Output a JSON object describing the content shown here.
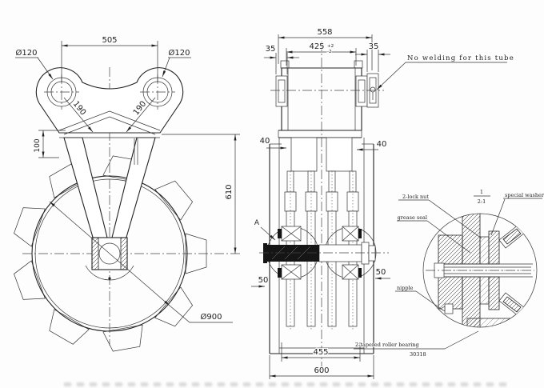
{
  "fv": {
    "d505": "505",
    "d120l": "Ø120",
    "d120r": "Ø120",
    "d190l": "190",
    "d190r": "190",
    "d100": "100",
    "d610": "610",
    "d900": "Ø900"
  },
  "sv": {
    "d558": "558",
    "d425": "425",
    "tolp": "+2",
    "tolm": "-2",
    "d35l": "35",
    "d35r": "35",
    "d40l": "40",
    "d40r": "40",
    "d50l": "50",
    "d50r": "50",
    "d455": "455",
    "d600": "600",
    "note": "No welding for this tube",
    "mark": "A"
  },
  "dv": {
    "num": "1",
    "scale": "2:1",
    "lock_nut": "2-lock nut",
    "grease_seal": "grease seal",
    "special_washer": "special washer",
    "nipple": "nipple",
    "bearing": "2-tapered roller bearing",
    "bearing_model": "30318"
  }
}
